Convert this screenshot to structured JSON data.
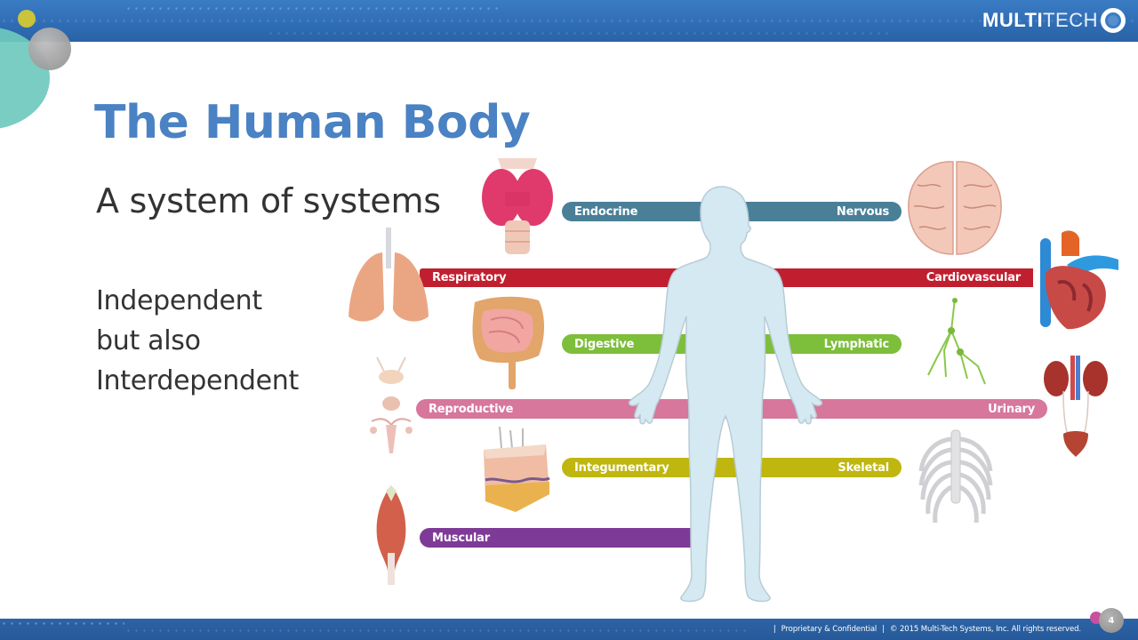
{
  "header": {
    "logo": {
      "bold": "MULTI",
      "light": "TECH"
    }
  },
  "slide": {
    "title": "The Human Body",
    "subtitle": "A system of systems",
    "body_lines": [
      "Independent",
      "but also",
      "Interdependent"
    ]
  },
  "diagram": {
    "bars": [
      {
        "left_label": "Endocrine",
        "right_label": "Nervous",
        "color": "#4a7f98"
      },
      {
        "left_label": "Respiratory",
        "right_label": "Cardiovascular",
        "color": "#c01f2f"
      },
      {
        "left_label": "Digestive",
        "right_label": "Lymphatic",
        "color": "#7dbe3a"
      },
      {
        "left_label": "Reproductive",
        "right_label": "Urinary",
        "color": "#d6779b"
      },
      {
        "left_label": "Integumentary",
        "right_label": "Skeletal",
        "color": "#bfb60f"
      },
      {
        "left_label": "Muscular",
        "right_label": "",
        "color": "#7e3a97"
      }
    ],
    "organs": {
      "left": [
        "thyroid",
        "lungs",
        "intestines",
        "reproductive-organs",
        "skin",
        "muscle"
      ],
      "right": [
        "brain",
        "heart",
        "lymph-nodes",
        "kidneys",
        "ribcage"
      ]
    },
    "silhouette_color": "#d5e9f2"
  },
  "footer": {
    "proprietary": "Proprietary & Confidential",
    "copyright": "© 2015 Multi-Tech Systems, Inc. All rights reserved.",
    "page_number": "4"
  },
  "colors": {
    "title": "#4a82c3",
    "banner": "#2f6cb3",
    "text": "#333333"
  }
}
